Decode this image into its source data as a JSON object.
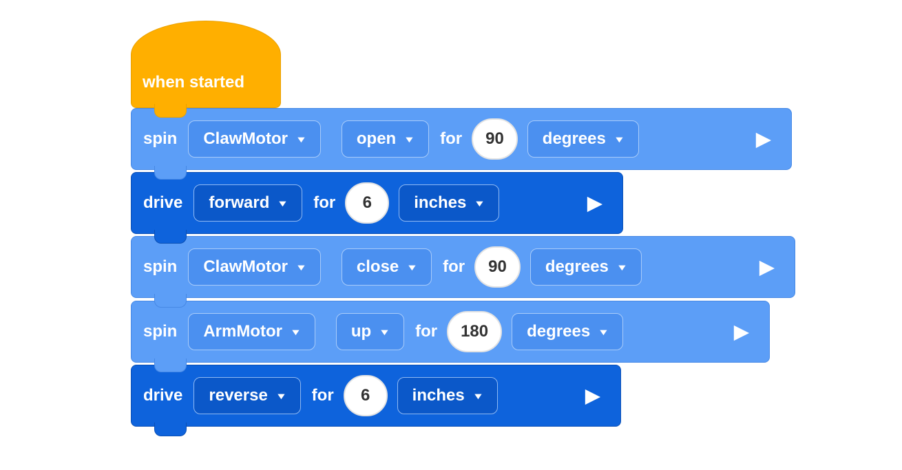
{
  "hat": {
    "label": "when started"
  },
  "blocks": [
    {
      "keyword": "spin",
      "motor": "ClawMotor",
      "direction": "open",
      "for_label": "for",
      "value": "90",
      "unit": "degrees"
    },
    {
      "keyword": "drive",
      "direction": "forward",
      "for_label": "for",
      "value": "6",
      "unit": "inches"
    },
    {
      "keyword": "spin",
      "motor": "ClawMotor",
      "direction": "close",
      "for_label": "for",
      "value": "90",
      "unit": "degrees"
    },
    {
      "keyword": "spin",
      "motor": "ArmMotor",
      "direction": "up",
      "for_label": "for",
      "value": "180",
      "unit": "degrees"
    },
    {
      "keyword": "drive",
      "direction": "reverse",
      "for_label": "for",
      "value": "6",
      "unit": "inches"
    }
  ],
  "icons": {
    "dropdown_arrow": "▼",
    "play": "▶"
  },
  "colors": {
    "hat_fill": "#FFAF00",
    "spin_block_fill": "#5C9EF7",
    "spin_dropdown_fill": "#4B90F0",
    "drive_block_fill": "#0E63DC",
    "drive_dropdown_fill": "#0B58C9",
    "value_pill_fill": "#FFFFFF",
    "value_text": "#333333",
    "block_text": "#FFFFFF"
  }
}
